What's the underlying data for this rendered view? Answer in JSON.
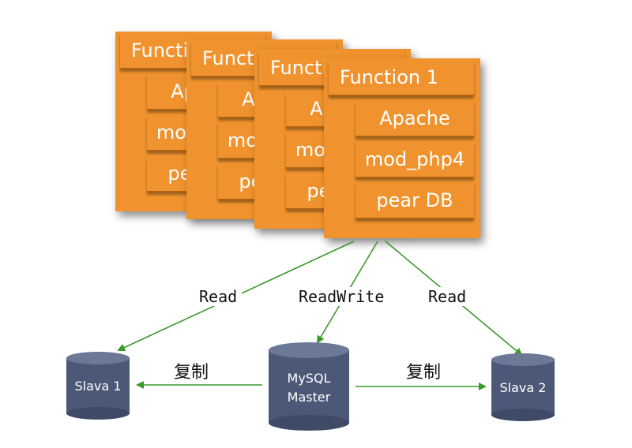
{
  "cards": [
    {
      "title": "Function 1",
      "items": [
        "Apache",
        "mod_php4",
        "pear DB"
      ]
    },
    {
      "title": "Function 1",
      "items": [
        "Apache",
        "mod_php4",
        "pear DB"
      ]
    },
    {
      "title": "Function 1",
      "items": [
        "Apache",
        "mod_php4",
        "pear DB"
      ]
    },
    {
      "title": "Function 1",
      "items": [
        "Apache",
        "mod_php4",
        "pear DB"
      ]
    }
  ],
  "edges": {
    "read_left": "Read",
    "readwrite": "ReadWrite",
    "read_right": "Read",
    "replicate_left": "复制",
    "replicate_right": "复制"
  },
  "databases": {
    "slave1": "Slava 1",
    "master_line1": "MySQL",
    "master_line2": "Master",
    "slave2": "Slava 2"
  },
  "colors": {
    "card": "#f0932e",
    "arrow": "#3a9a2a",
    "db": "#4c5877"
  }
}
